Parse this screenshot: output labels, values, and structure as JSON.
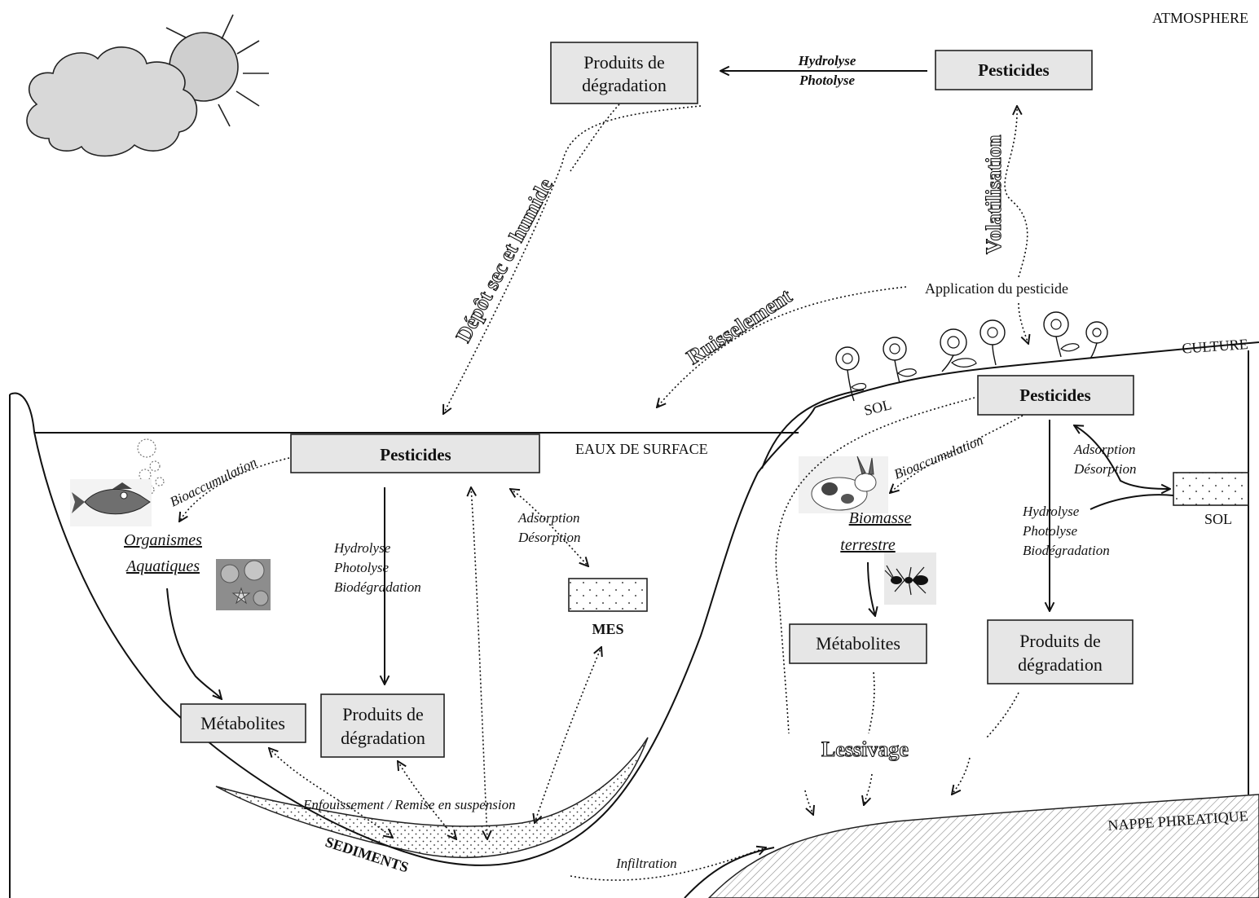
{
  "zones": {
    "atmosphere": "ATMOSPHERE",
    "culture": "CULTURE",
    "sol_top": "SOL",
    "eaux_de_surface": "EAUX DE SURFACE",
    "sol_right": "SOL",
    "mes": "MES",
    "sediments": "SEDIMENTS",
    "nappe_phreatique": "NAPPE PHREATIQUE"
  },
  "boxes": {
    "atm_produits_l1": "Produits de",
    "atm_produits_l2": "dégradation",
    "atm_pesticides": "Pesticides",
    "eau_pesticides": "Pesticides",
    "eau_metabolites": "Métabolites",
    "eau_produits_l1": "Produits de",
    "eau_produits_l2": "dégradation",
    "sol_pesticides": "Pesticides",
    "sol_metabolites": "Métabolites",
    "sol_produits_l1": "Produits de",
    "sol_produits_l2": "dégradation"
  },
  "processes": {
    "atm_hydrolyse": "Hydrolyse",
    "atm_photolyse": "Photolyse",
    "volatilisation": "Volatilisation",
    "depot": "Dépôt sec et humide",
    "ruissellement": "Ruisselement",
    "application": "Application du pesticide",
    "bioaccumulation_eau": "Bioaccumulation",
    "bioaccumulation_sol": "Bioaccumulation",
    "eau_hydrolyse": "Hydrolyse",
    "eau_photolyse": "Photolyse",
    "eau_biodegradation": "Biodégradation",
    "eau_adsorption": "Adsorption",
    "eau_desorption": "Désorption",
    "sol_adsorption": "Adsorption",
    "sol_desorption": "Désorption",
    "sol_hydrolyse": "Hydrolyse",
    "sol_photolyse": "Photolyse",
    "sol_biodegradation": "Biodégradation",
    "enfouissement": "Enfouissement / Remise en suspension",
    "infiltration": "Infiltration",
    "lessivage": "Lessivage"
  },
  "organisms": {
    "aquatic_l1": "Organismes",
    "aquatic_l2": "Aquatiques",
    "terrestrial_l1": "Biomasse",
    "terrestrial_l2": "terrestre"
  },
  "icons": [
    "sun-icon",
    "cloud-icon",
    "flower-icon",
    "fish-icon",
    "bubbles-icon",
    "shells-icon",
    "rabbit-icon",
    "ant-icon"
  ]
}
